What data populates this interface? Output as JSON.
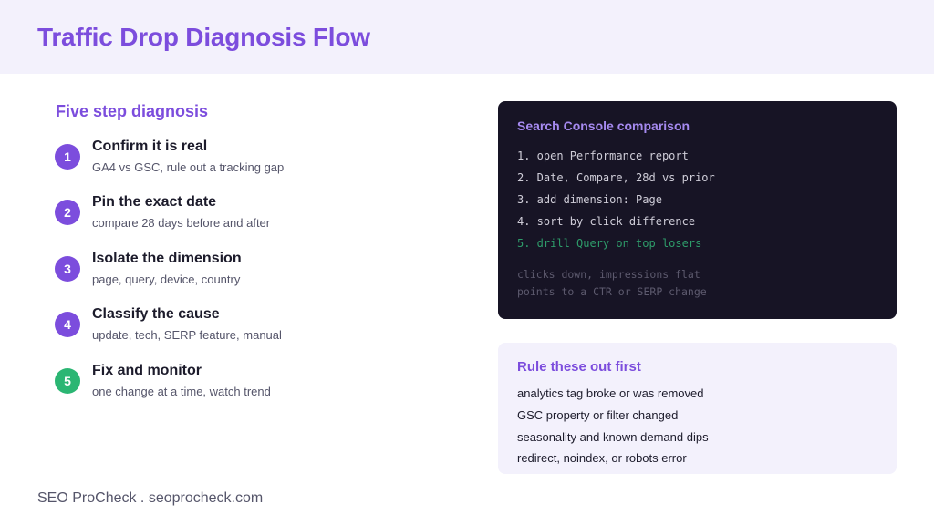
{
  "header": {
    "title": "Traffic Drop Diagnosis Flow"
  },
  "steps": {
    "title": "Five step diagnosis",
    "items": [
      {
        "num": "1",
        "title": "Confirm it is real",
        "desc": "GA4 vs GSC, rule out a tracking gap"
      },
      {
        "num": "2",
        "title": "Pin the exact date",
        "desc": "compare 28 days before and after"
      },
      {
        "num": "3",
        "title": "Isolate the dimension",
        "desc": "page, query, device, country"
      },
      {
        "num": "4",
        "title": "Classify the cause",
        "desc": "update, tech, SERP feature, manual"
      },
      {
        "num": "5",
        "title": "Fix and monitor",
        "desc": "one change at a time, watch trend"
      }
    ]
  },
  "console": {
    "title": "Search Console comparison",
    "lines": [
      "1. open Performance report",
      "2. Date, Compare, 28d vs prior",
      "3. add dimension: Page",
      "4. sort by click difference",
      "5. drill Query on top losers"
    ],
    "note": [
      "clicks down, impressions flat",
      "points to a CTR or SERP change"
    ]
  },
  "rules": {
    "title": "Rule these out first",
    "items": [
      "analytics tag broke or was removed",
      "GSC property or filter changed",
      "seasonality and known demand dips",
      "redirect, noindex, or robots error"
    ]
  },
  "footer": {
    "text": "SEO ProCheck . seoprocheck.com"
  },
  "colors": {
    "accent": "#7c4ddd",
    "success": "#2bb673",
    "console_bg": "#171425",
    "panel_bg": "#f3f1fc"
  }
}
